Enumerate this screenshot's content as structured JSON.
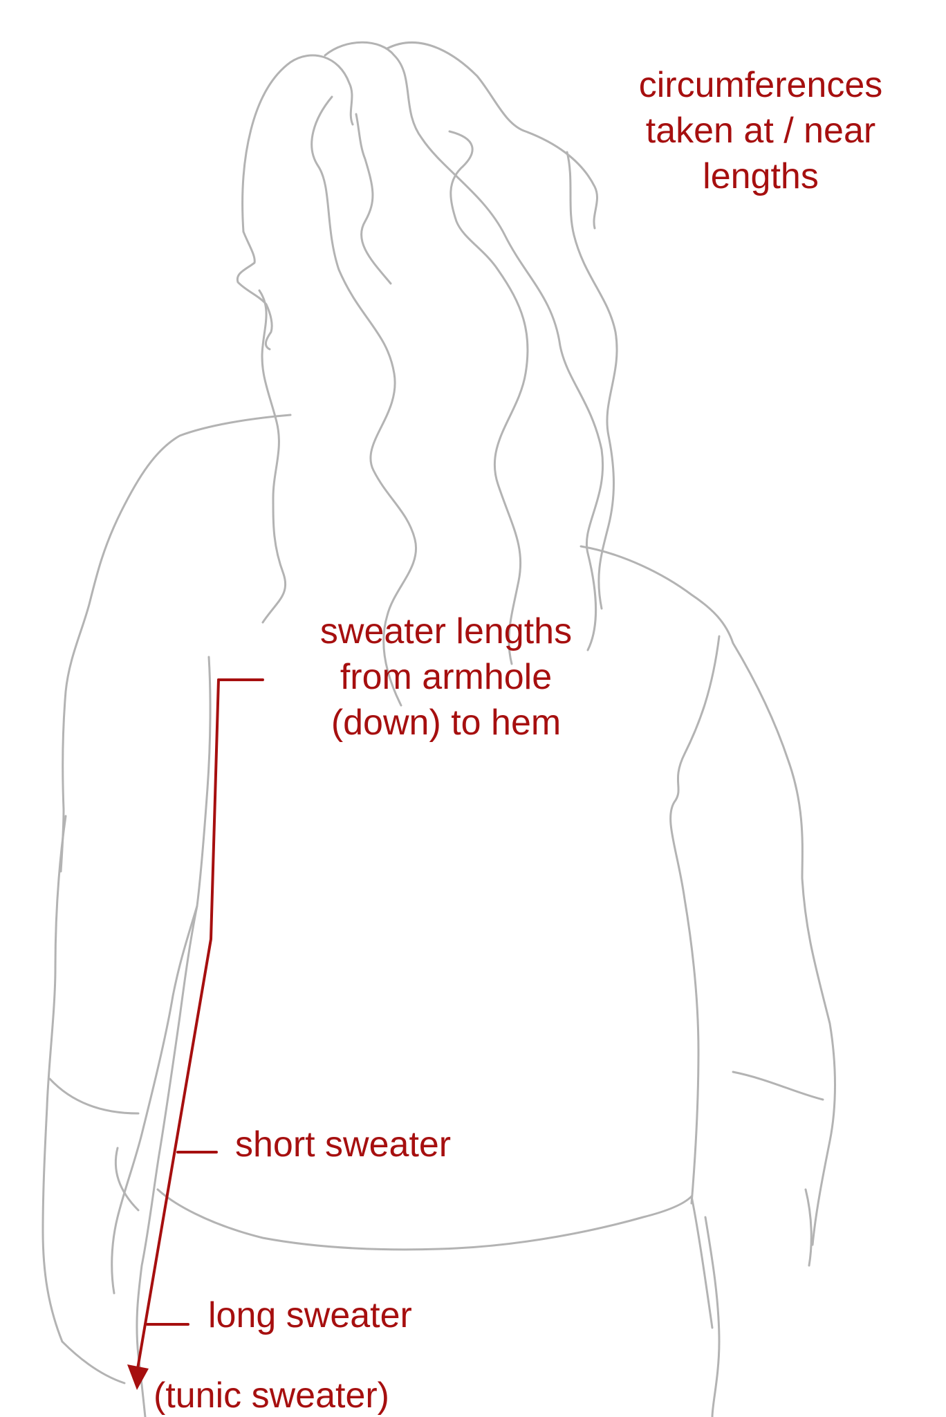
{
  "colors": {
    "annotation": "#a60f0f",
    "outline": "#b3b3b3",
    "background": "#ffffff"
  },
  "notes": {
    "circumferences": [
      "circumferences",
      "taken at / near",
      "lengths"
    ],
    "sweater_lengths": [
      "sweater lengths",
      "from armhole",
      "(down) to hem"
    ]
  },
  "length_markers": {
    "short": "short sweater",
    "long": "long sweater",
    "tunic": "(tunic sweater)"
  }
}
